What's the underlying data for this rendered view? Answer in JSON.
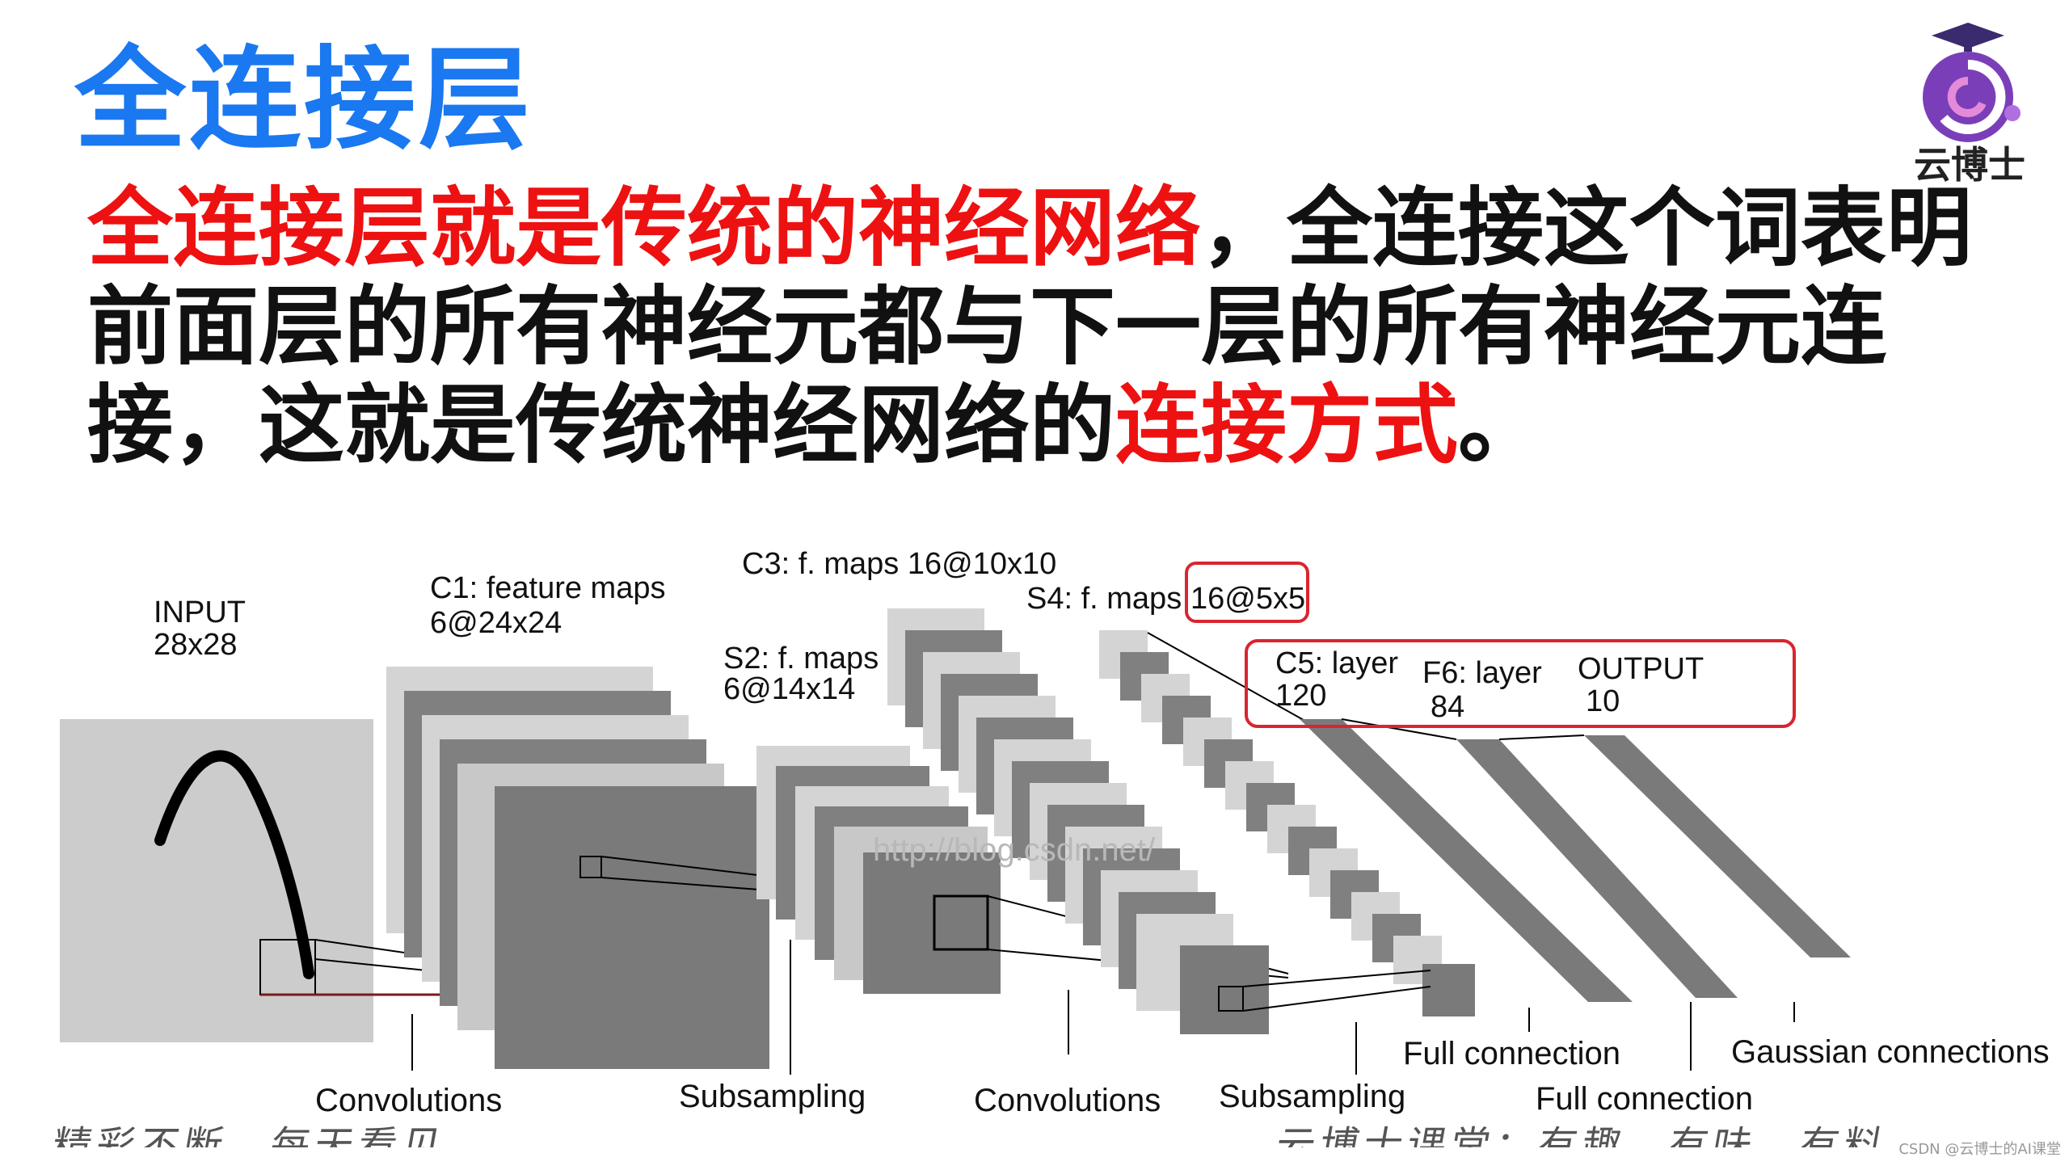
{
  "title": "全连接层",
  "logo": {
    "name": "云博士"
  },
  "body": {
    "highlight1": "全连接层就是传统的神经网络",
    "text1": "，全连接这个词表明前面层的所有神经元都与下一层的所有神经元连接，这就是传统神经网络的",
    "highlight2": "连接方式",
    "text2": "。"
  },
  "figure": {
    "input_label": "INPUT",
    "input_size": "28x28",
    "c1_label": "C1: feature maps",
    "c1_size": "6@24x24",
    "s2_label": "S2: f. maps",
    "s2_size": "6@14x14",
    "c3_label": "C3: f. maps 16@10x10",
    "s4_label": "S4: f. maps",
    "s4_size": "16@5x5",
    "c5_label": "C5: layer",
    "c5_size": "120",
    "f6_label": "F6: layer",
    "f6_size": "84",
    "output_label": "OUTPUT",
    "output_size": "10",
    "watermark": "http://blog.csdn.net/",
    "op_conv1": "Convolutions",
    "op_sub1": "Subsampling",
    "op_conv2": "Convolutions",
    "op_sub2": "Subsampling",
    "op_full1": "Full connection",
    "op_full2": "Full connection",
    "op_gauss": "Gaussian connections"
  },
  "footer": {
    "caption_left": "精彩不断，每天看见",
    "caption_right": "云博士课堂：有趣，有味，有料",
    "credit": "CSDN @云博士的AI课堂"
  },
  "colors": {
    "title": "#1a78f0",
    "highlight": "#ee1111",
    "annotation_box": "#d9252f"
  }
}
